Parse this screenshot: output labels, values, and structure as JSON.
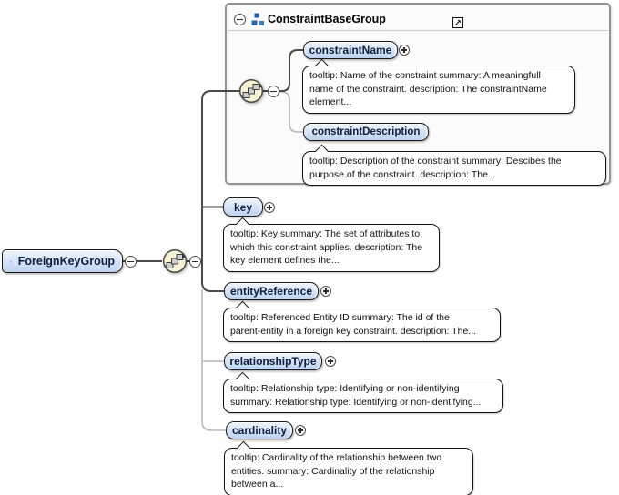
{
  "diagram": {
    "root": {
      "label": "ForeignKeyGroup"
    },
    "base_group": {
      "title": "ConstraintBaseGroup",
      "children": [
        {
          "id": "constraintName",
          "label": "constraintName",
          "tooltip": "tooltip: Name of the constraint summary: A meaningfull\nname of the constraint. description: The constraintName\nelement..."
        },
        {
          "id": "constraintDescription",
          "label": "constraintDescription",
          "tooltip": "tooltip: Description of the constraint summary: Descibes the\npurpose of the constraint. description: The..."
        }
      ]
    },
    "children": [
      {
        "id": "key",
        "label": "key",
        "tooltip": "tooltip: Key summary: The set of attributes to\nwhich this constraint applies. description: The\nkey element defines the..."
      },
      {
        "id": "entityReference",
        "label": "entityReference",
        "tooltip": "tooltip: Referenced Entity ID summary: The id of the\nparent-entity in a foreign key constraint. description: The..."
      },
      {
        "id": "relationshipType",
        "label": "relationshipType",
        "tooltip": "tooltip: Relationship type: Identifying or non-identifying\nsummary: Relationship type: Identifying or non-identifying..."
      },
      {
        "id": "cardinality",
        "label": "cardinality",
        "tooltip": "tooltip: Cardinality of the relationship between two\nentities. summary: Cardinality of the relationship\nbetween a..."
      }
    ]
  },
  "icons": {
    "link_glyph": "↗",
    "collapse_glyph": "−",
    "expand_glyph": "+",
    "sequence": "sequence-compositor-icon",
    "group": "model-group-icon"
  },
  "colors": {
    "element_fill_top": "#f0f5fd",
    "element_fill_bottom": "#bcd2ef",
    "compositor_fill": "#f7f3d2",
    "icon_blue": "#2a66ad",
    "connector_required": "#4a4a4a",
    "connector_optional": "#b9b9b9",
    "group_box_border": "#939393",
    "group_box_fill": "#fbfbfb"
  }
}
